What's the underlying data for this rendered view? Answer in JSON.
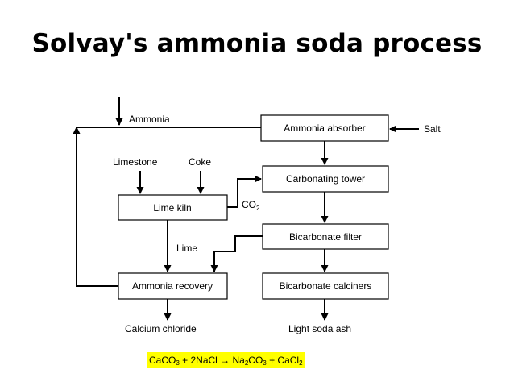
{
  "title": "Solvay's ammonia soda process",
  "boxes": {
    "ammonia_absorber": "Ammonia absorber",
    "carbonating_tower": "Carbonating tower",
    "lime_kiln": "Lime kiln",
    "bicarbonate_filter": "Bicarbonate filter",
    "ammonia_recovery": "Ammonia recovery",
    "bicarbonate_calciners": "Bicarbonate calciners"
  },
  "labels": {
    "ammonia": "Ammonia",
    "salt": "Salt",
    "limestone": "Limestone",
    "coke": "Coke",
    "co2": "CO",
    "co2_sub": "2",
    "lime": "Lime",
    "calcium_chloride": "Calcium chloride",
    "light_soda_ash": "Light soda ash"
  },
  "equation": {
    "r1": "CaCO",
    "r1_sub": "3",
    "plus1": " + 2NaCl ",
    "arrow": "→",
    "p1": " Na",
    "p1_sub1": "2",
    "p1_mid": "CO",
    "p1_sub2": "3",
    "plus2": " + CaCl",
    "p2_sub": "2",
    "highlight_color": "#ffff00"
  }
}
